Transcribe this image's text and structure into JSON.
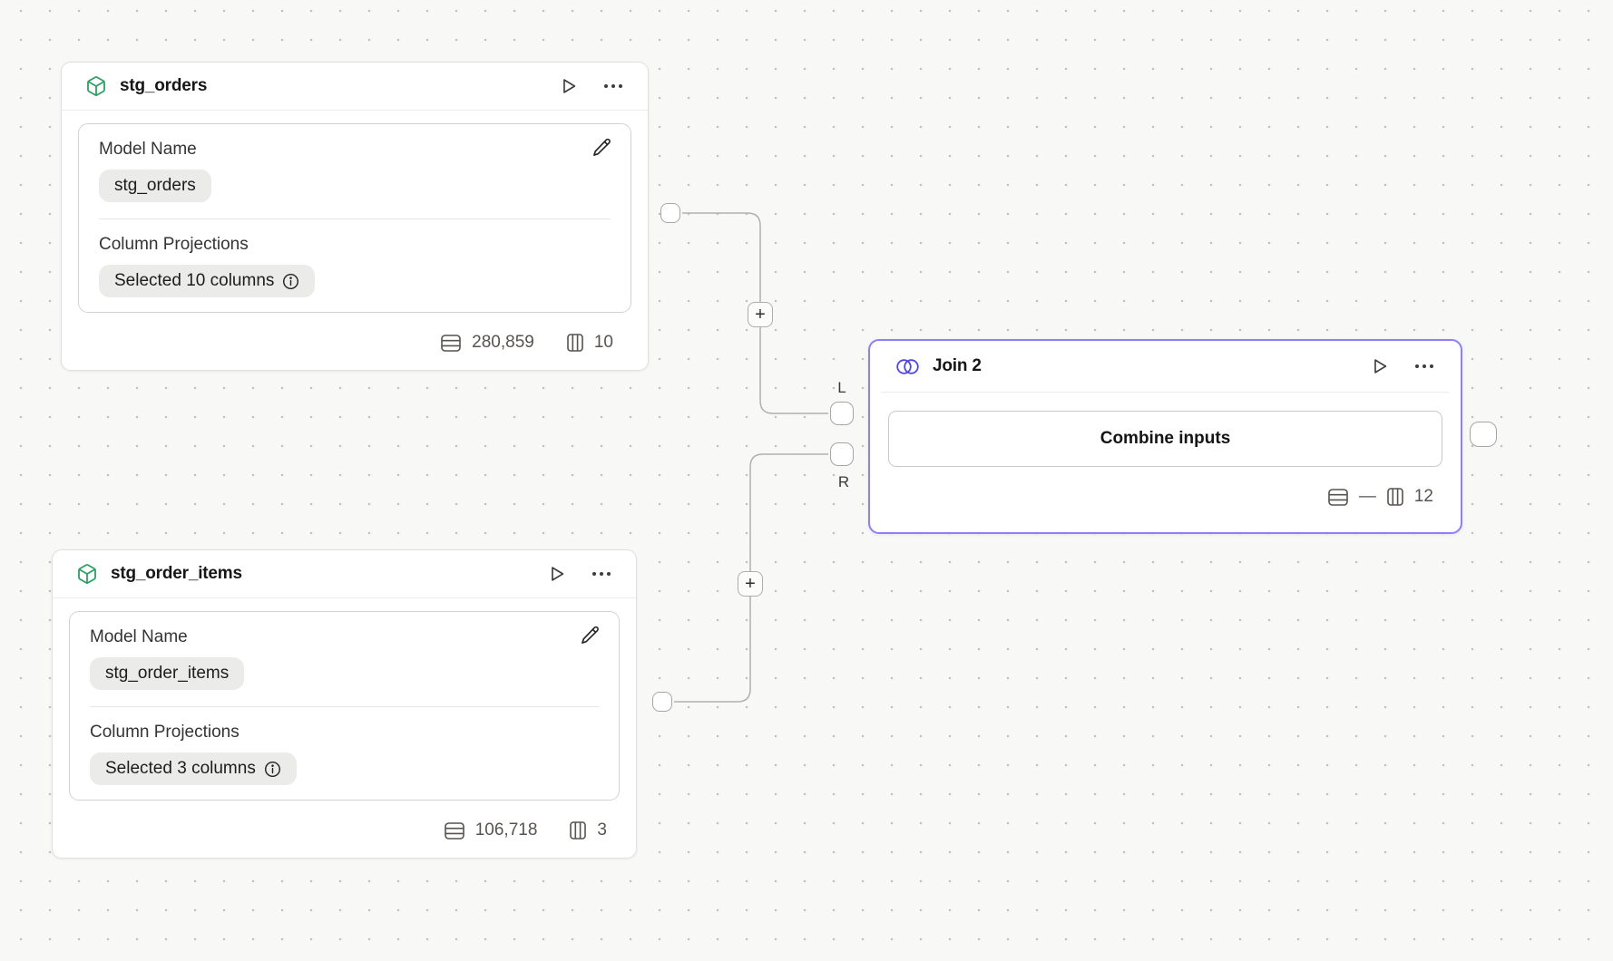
{
  "canvas": {
    "background": "#f8f8f6",
    "dot_color": "#c2c2c0",
    "edge_color": "#b2b0ae",
    "accent_join": "#8b80f9",
    "accent_model_icon": "#2f9e62",
    "venn_icon_color": "#4f46e5"
  },
  "icons": {
    "model": "cube-icon",
    "join": "venn-icon",
    "run": "play-icon",
    "menu": "ellipsis-icon",
    "edit": "pencil-icon",
    "rows": "rows-icon",
    "columns": "columns-icon",
    "info": "info-icon",
    "add": "plus-icon"
  },
  "nodes": {
    "stg_orders": {
      "title": "stg_orders",
      "model_name_label": "Model Name",
      "model_name_value": "stg_orders",
      "column_projections_label": "Column Projections",
      "column_projections_value": "Selected 10 columns",
      "row_count": "280,859",
      "column_count": "10"
    },
    "stg_order_items": {
      "title": "stg_order_items",
      "model_name_label": "Model Name",
      "model_name_value": "stg_order_items",
      "column_projections_label": "Column Projections",
      "column_projections_value": "Selected 3 columns",
      "row_count": "106,718",
      "column_count": "3"
    },
    "join": {
      "title": "Join 2",
      "combine_button_label": "Combine inputs",
      "row_count": "—",
      "column_count": "12",
      "left_port_label": "L",
      "right_port_label": "R"
    }
  },
  "edges": {
    "plus_label": "+"
  }
}
